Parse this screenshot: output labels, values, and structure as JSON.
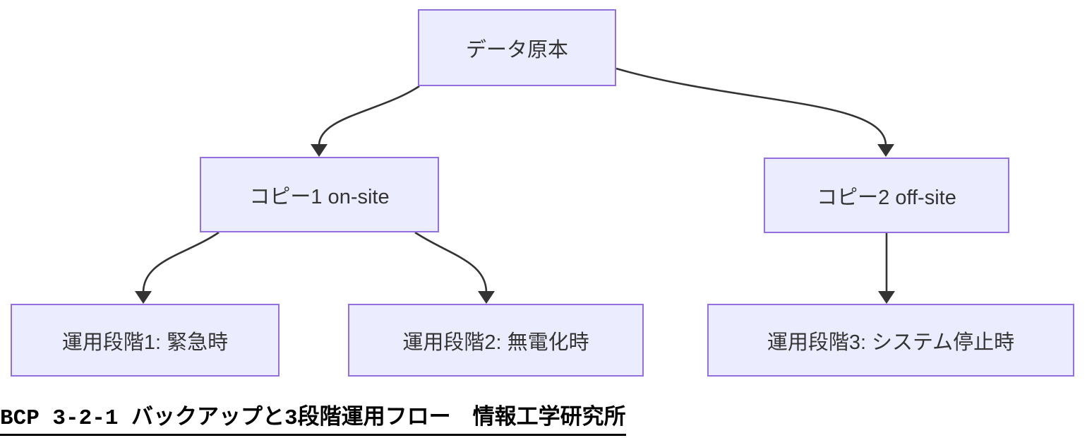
{
  "diagram": {
    "type": "flowchart",
    "direction": "top-down",
    "nodes": [
      {
        "id": "data-original",
        "label": "データ原本"
      },
      {
        "id": "copy1-onsite",
        "label": "コピー1 on-site"
      },
      {
        "id": "copy2-offsite",
        "label": "コピー2 off-site"
      },
      {
        "id": "stage1",
        "label": "運用段階1: 緊急時"
      },
      {
        "id": "stage2",
        "label": "運用段階2: 無電化時"
      },
      {
        "id": "stage3",
        "label": "運用段階3: システム停止時"
      }
    ],
    "edges": [
      {
        "from": "data-original",
        "to": "copy1-onsite"
      },
      {
        "from": "data-original",
        "to": "copy2-offsite"
      },
      {
        "from": "copy1-onsite",
        "to": "stage1"
      },
      {
        "from": "copy1-onsite",
        "to": "stage2"
      },
      {
        "from": "copy2-offsite",
        "to": "stage3"
      }
    ],
    "colors": {
      "node_fill": "#ECECFF",
      "node_border": "#9370DB",
      "node_text": "#333333",
      "edge": "#333333",
      "background": "#FFFFFF",
      "caption_text": "#000000"
    }
  },
  "caption": {
    "text": "BCP 3-2-1 バックアップと3段階運用フロー　情報工学研究所"
  }
}
